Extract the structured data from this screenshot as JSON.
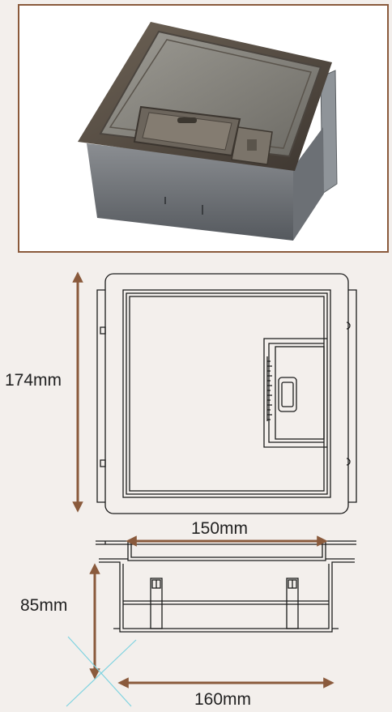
{
  "dimensions": {
    "top_view_height": "174mm",
    "inner_width": "150mm",
    "box_depth": "85mm",
    "box_width": "160mm"
  },
  "colors": {
    "arrow": "#8a5a3c",
    "line": "#1c1c1c",
    "background": "#f3efec",
    "frame": "#8a5a3c",
    "cross": "#7fd3e0"
  },
  "icons": {
    "photo": "floor-box-photo",
    "top_view": "floor-box-top-view-drawing",
    "side_view": "floor-box-side-view-drawing"
  }
}
